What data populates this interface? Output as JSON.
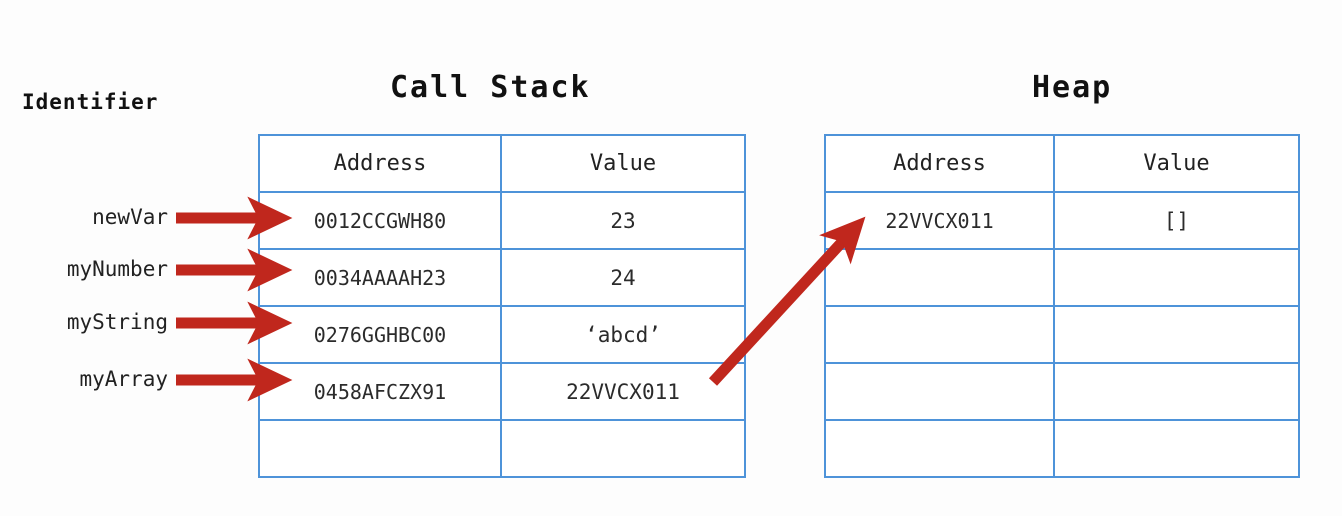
{
  "diagram": {
    "identifier_heading": "Identifier",
    "colors": {
      "table_border": "#4E93D9",
      "arrow_red": "#C0271D",
      "text": "#222222",
      "background": "#fdfdfd"
    }
  },
  "call_stack": {
    "title": "Call Stack",
    "columns": [
      "Address",
      "Value"
    ],
    "rows": [
      {
        "identifier": "newVar",
        "address": "0012CCGWH80",
        "value": "23"
      },
      {
        "identifier": "myNumber",
        "address": "0034AAAAH23",
        "value": "24"
      },
      {
        "identifier": "myString",
        "address": "0276GGHBC00",
        "value": "‘abcd’"
      },
      {
        "identifier": "myArray",
        "address": "0458AFCZX91",
        "value": "22VVCX011"
      },
      {
        "identifier": "",
        "address": "",
        "value": ""
      }
    ]
  },
  "heap": {
    "title": "Heap",
    "columns": [
      "Address",
      "Value"
    ],
    "rows": [
      {
        "address": "22VVCX011",
        "value": "[]"
      },
      {
        "address": "",
        "value": ""
      },
      {
        "address": "",
        "value": ""
      },
      {
        "address": "",
        "value": ""
      },
      {
        "address": "",
        "value": ""
      }
    ]
  },
  "arrows": {
    "identifier_arrows": [
      {
        "label": "newVar-arrow"
      },
      {
        "label": "myNumber-arrow"
      },
      {
        "label": "myString-arrow"
      },
      {
        "label": "myArray-arrow"
      }
    ],
    "reference_arrow": {
      "label": "array-reference-arrow",
      "from": "22VVCX011 in call stack value",
      "to": "22VVCX011 in heap address"
    }
  }
}
